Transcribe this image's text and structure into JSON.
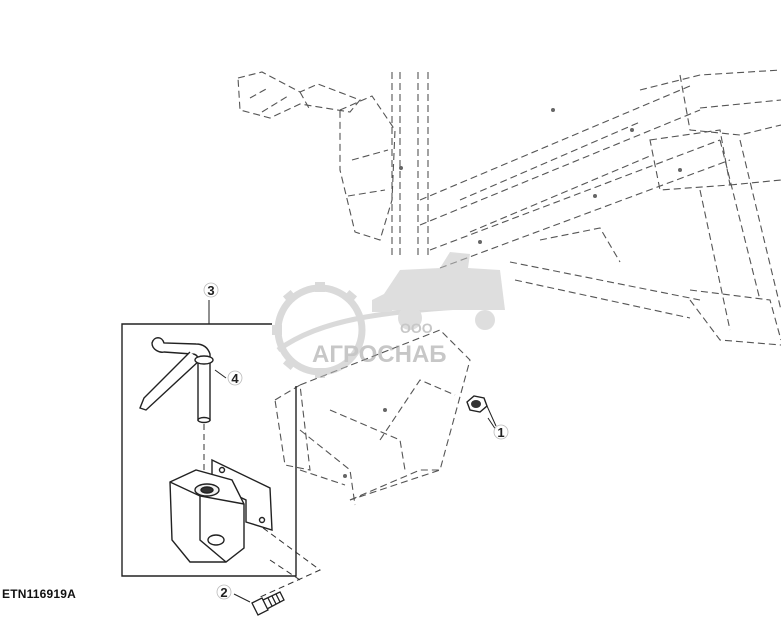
{
  "figure_id": "ETN116919A",
  "callouts": {
    "c1": "1",
    "c2": "2",
    "c3": "3",
    "c4": "4"
  },
  "watermark": {
    "prefix": "ООО",
    "brand": "АГРОСНАБ"
  },
  "colors": {
    "line": "#333333",
    "dashed_frame": "#555555",
    "watermark": "#c8c8c8"
  }
}
